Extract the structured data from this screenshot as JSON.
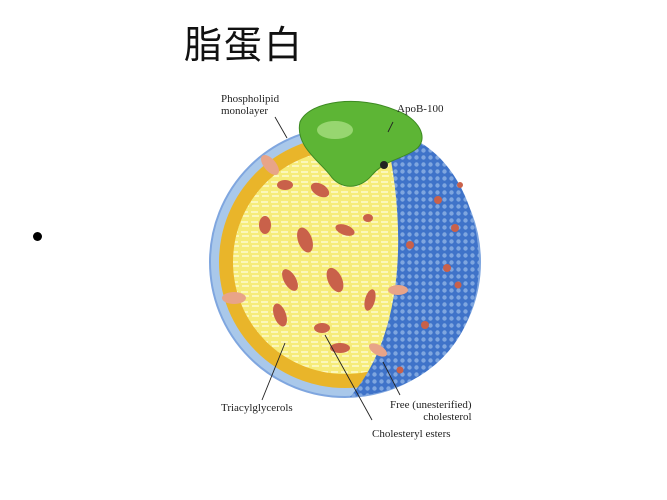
{
  "slide": {
    "title": "脂蛋白",
    "bullet_text": ""
  },
  "diagram": {
    "subject": "lipoprotein particle (LDL) cross-section",
    "labels": {
      "phospholipid_line1": "Phospholipid",
      "phospholipid_line2": "monolayer",
      "apob": "ApoB-100",
      "triacylglycerols": "Triacylglycerols",
      "free_chol_line1": "Free (unesterified)",
      "free_chol_line2": "cholesterol",
      "cholesteryl_esters": "Cholesteryl esters"
    },
    "colors": {
      "shell_blue": "#3f73c9",
      "shell_light_blue": "#a9c8ea",
      "core_yellow": "#f3e35a",
      "core_orange": "#e9b52a",
      "ester_red": "#c9614a",
      "apob_green": "#5db535",
      "chol_pink": "#e8a488"
    }
  }
}
